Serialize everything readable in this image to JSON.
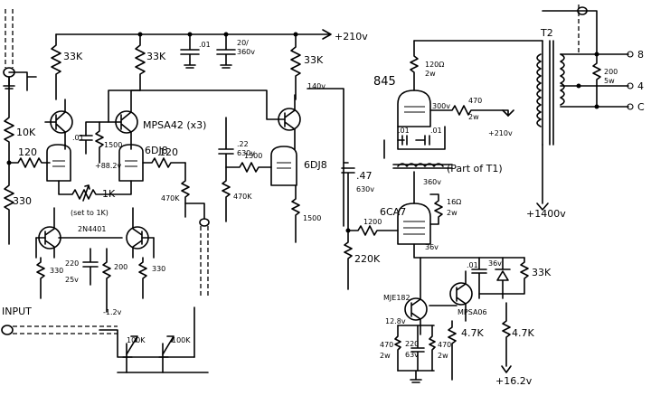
{
  "rail": {
    "b_plus": "+210v"
  },
  "labels": {
    "r_33k_a": "33K",
    "r_33k_b": "33K",
    "c_01_top": ".01",
    "c_20_360": "20/\n360v",
    "r_33k_c": "33K",
    "v_140": "140v",
    "r_10k": "10K",
    "r_120_a": "120",
    "c_01_a": ".01",
    "r_1500_a": "1500",
    "q_mpsa42": "MPSA42 (x3)",
    "tube_6dj8_a": "6DJ8",
    "v_882": "+88.2v",
    "c_22_630": ".22\n630v",
    "r_120_b": "120",
    "r_1500_b": "1500",
    "tube_6dj8_b": "6DJ8",
    "r_470k_a": "470K",
    "r_470k_b": "470K",
    "r_1500_c": "1500",
    "r_330_a": "330",
    "pot_1k": "1K",
    "set_1k": "(set to 1K)",
    "q_2n4401": "2N4401",
    "c_220_25": "220\n25v",
    "r_200": "200",
    "r_330_b": "330",
    "r_330_c": "330",
    "v_m12": "-1.2v",
    "input": "INPUT",
    "pot_100k_a": "100K",
    "pot_100k_b": "100K",
    "tube_845": "845",
    "r_120_2w": "120Ω\n2w",
    "v_300": "300v",
    "r_470_2w": "470\n2w",
    "plus_210b": "+210v",
    "c_01_b": ".01",
    "c_01_c": ".01",
    "part_t1": "(Part of T1)",
    "c_47_630": ".47\n630v",
    "v_360": "360v",
    "r_16_2w": "16Ω\n2w",
    "tube_6ca7": "6CA7",
    "r_1200": "1200",
    "r_220k": "220K",
    "v_36": "36v",
    "c_01_d": ".01",
    "d_36": "36v",
    "r_33k_d": "33K",
    "q_mje182": "MJE182",
    "q_mpsa06": "MPSA06",
    "v_128": "12.8v",
    "r_470_2w_b": "470\n2w",
    "c_220_63": "220\n63v",
    "r_470_2w_c": "470\n2w",
    "r_4_7k_a": "4.7K",
    "r_4_7k_b": "4.7K",
    "v_162": "+16.2v",
    "t2": "T2",
    "r_200_5w": "200\n5w",
    "out_8": "8",
    "out_4": "4",
    "out_c": "C",
    "v_1400": "+1400v"
  }
}
